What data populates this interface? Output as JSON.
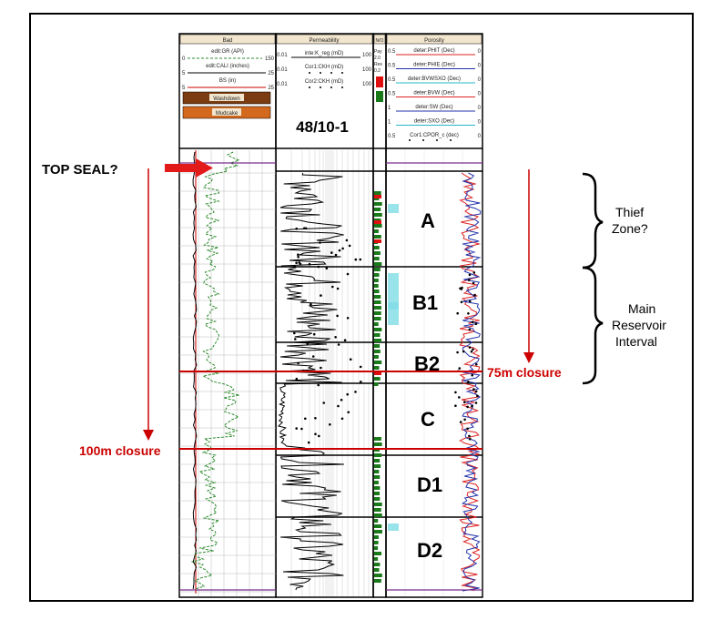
{
  "well_name": "48/10-1",
  "tracks": {
    "bad": {
      "title": "Bad",
      "curves": [
        {
          "name": "edit:GR (API)",
          "min": "0",
          "max": "150"
        },
        {
          "name": "edit:CALI (inches)",
          "min": "5",
          "max": "25"
        },
        {
          "name": "BS (in)",
          "min": "5",
          "max": "25"
        }
      ],
      "badges": [
        "Washdown",
        "Mudcake"
      ]
    },
    "permeability": {
      "title": "Permeability",
      "curves": [
        {
          "name": "inte:K_reg (mD)",
          "min": "0.01",
          "max": "100"
        },
        {
          "name": "Cor1:CKH (mD)",
          "min": "0.01",
          "max": "100"
        },
        {
          "name": "Cor2:CKH (mD)",
          "min": "0.01",
          "max": "100"
        }
      ]
    },
    "no": {
      "title": "N/O",
      "labels": [
        "Pay",
        "Res"
      ],
      "values": [
        "2.0",
        "0.2"
      ]
    },
    "porosity": {
      "title": "Porosity",
      "curves": [
        {
          "name": "deter:PHIT (Dec)",
          "min": "0.5",
          "max": "0"
        },
        {
          "name": "deter:PHIE (Dec)",
          "min": "0.5",
          "max": "0"
        },
        {
          "name": "deter:BVWSXO (Dec)",
          "min": "0.5",
          "max": "0"
        },
        {
          "name": "deter:BVW (Dec)",
          "min": "0.5",
          "max": "0"
        },
        {
          "name": "deter:SW (Dec)",
          "min": "1",
          "max": "0"
        },
        {
          "name": "deter:SXO (Dec)",
          "min": "1",
          "max": "0"
        },
        {
          "name": "Cor1:CPOR_c (dec)",
          "min": "0.5",
          "max": "0"
        }
      ]
    }
  },
  "zones": [
    "A",
    "B1",
    "B2",
    "C",
    "D1",
    "D2"
  ],
  "annotations": {
    "top_seal": "TOP SEAL?",
    "closure_75": "75m closure",
    "closure_100": "100m closure",
    "thief_zone": [
      "Thief",
      "Zone?"
    ],
    "main_reservoir": [
      "Main",
      "Reservoir",
      "Interval"
    ]
  },
  "colors": {
    "header_bg": "#f3e6cf",
    "washdown": "#7a3c10",
    "mudcake": "#d2691e",
    "annotation_red": "#cc0000",
    "gr_curve": "#2e8b2e",
    "pay_flag": "#1a7a1a",
    "res_flag": "#e01010"
  }
}
